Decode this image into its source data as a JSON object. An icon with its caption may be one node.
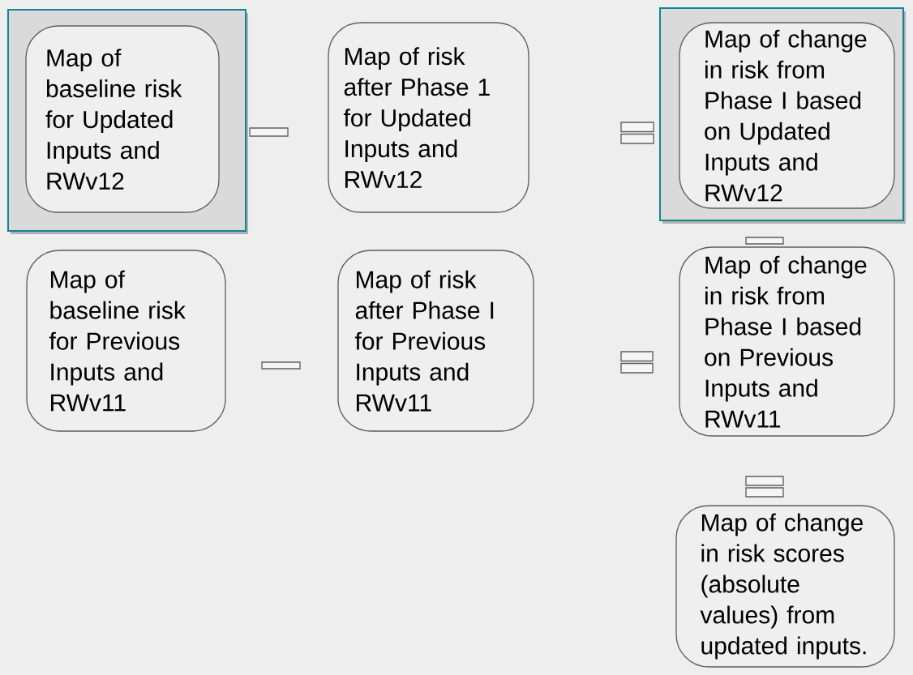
{
  "diagram": {
    "nodes": [
      {
        "text": [],
        "shape": "box"
      },
      {
        "text": [
          "Map of baseline risk for Updated Inputs and RWv12"
        ],
        "in": 0
      },
      {
        "text": [
          "Map of risk after Phase 1 for Updated Inputs and RWv12"
        ]
      },
      {
        "text": [],
        "shape": "box"
      },
      {
        "text": [
          "Map of change in risk from Phase I based on Updated Inputs and RWv12"
        ],
        "in": 3
      },
      {
        "text": [
          "Map of baseline risk for Previous Inputs and RWv11"
        ]
      },
      {
        "text": [
          "Map of risk after Phase I for Previous Inputs and RWv11"
        ]
      },
      {
        "text": [
          "Map of change in risk from Phase I based on Previous Inputs and RWv11"
        ]
      },
      {
        "text": [
          "Map of change in risk scores (absolute values) from updated inputs."
        ]
      }
    ]
  }
}
